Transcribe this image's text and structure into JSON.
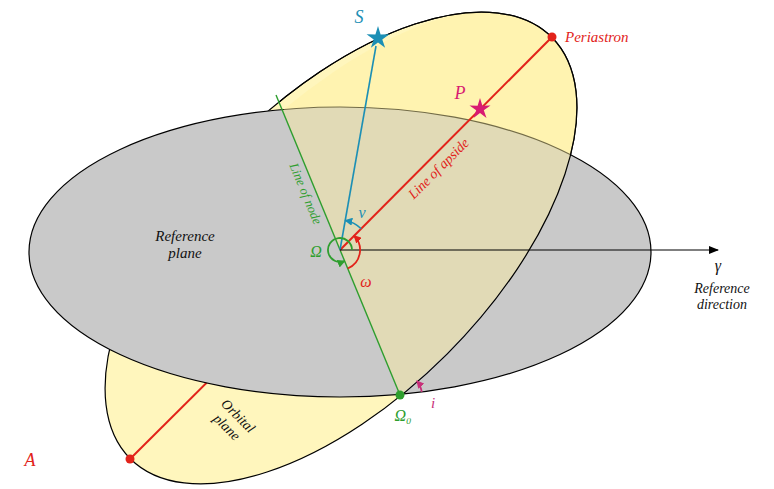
{
  "diagram": {
    "nodes": [
      {
        "text": [
          "Reference plane"
        ]
      },
      {
        "text": [
          "Orbital plane"
        ]
      }
    ],
    "labels": [
      "S",
      "Periastron",
      "P",
      "Line of node",
      "Line of apside",
      "ν",
      "Ω",
      "ω",
      "γ",
      "Reference direction",
      "i",
      "Ω₀",
      "A"
    ]
  }
}
